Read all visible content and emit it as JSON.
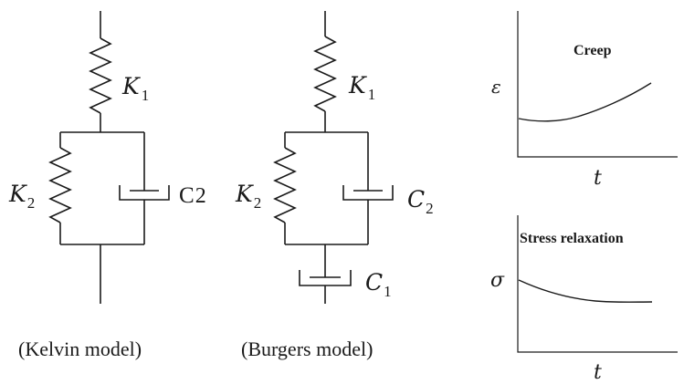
{
  "kelvin": {
    "k1": {
      "symbol": "K",
      "sub": "1"
    },
    "k2": {
      "symbol": "K",
      "sub": "2"
    },
    "c2": {
      "symbol": "C",
      "sub": "2"
    },
    "caption": "(Kelvin model)"
  },
  "burgers": {
    "k1": {
      "symbol": "K",
      "sub": "1"
    },
    "k2": {
      "symbol": "K",
      "sub": "2"
    },
    "c2": {
      "symbol": "C",
      "sub": "2"
    },
    "c1": {
      "symbol": "C",
      "sub": "1"
    },
    "caption": "(Burgers model)"
  },
  "plots": {
    "creep": {
      "title": "Creep",
      "ylabel": "ε",
      "xlabel": "t"
    },
    "relax": {
      "title": "Stress relaxation",
      "ylabel": "σ",
      "xlabel": "t"
    }
  }
}
